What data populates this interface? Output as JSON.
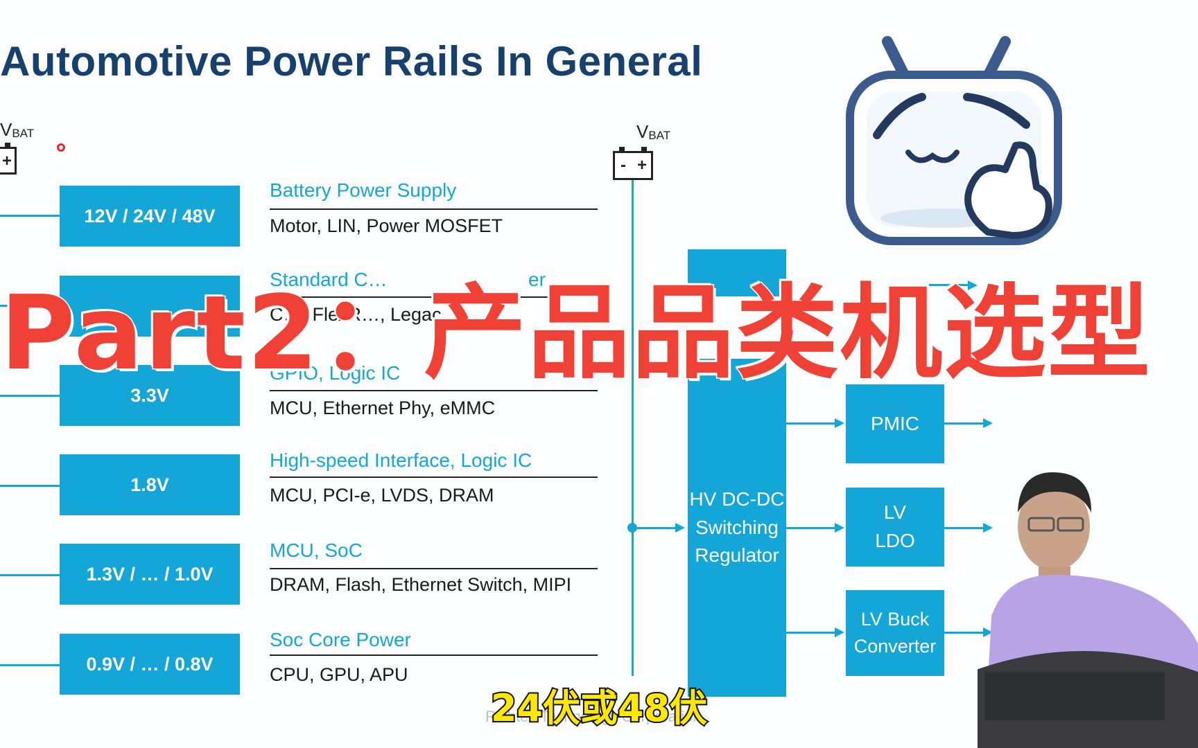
{
  "slide": {
    "title": "Automotive Power Rails In General",
    "vbat_main": "V",
    "vbat_sub": "BAT",
    "rails": [
      {
        "box": "12V / 24V / 48V",
        "heading": "Battery Power Supply",
        "desc": "Motor, LIN, Power MOSFET"
      },
      {
        "box": "",
        "heading": "Standard C…",
        "desc": "C…, FlexR…, Legac…"
      },
      {
        "box": "3.3V",
        "heading": "GPIO, Logic IC",
        "desc": "MCU, Ethernet Phy, eMMC"
      },
      {
        "box": "1.8V",
        "heading": "High-speed Interface, Logic IC",
        "desc": "MCU, PCI-e, LVDS, DRAM"
      },
      {
        "box": "1.3V / … / 1.0V",
        "heading": "MCU, SoC",
        "desc": "DRAM, Flash, Ethernet Switch, MIPI"
      },
      {
        "box": "0.9V / … / 0.8V",
        "heading": "Soc Core Power",
        "desc": "CPU, GPU, APU"
      }
    ],
    "diagram": {
      "hv_block": "HV DC-DC Switching Regulator",
      "pmic": "PMIC",
      "lv_ldo": "LV LDO",
      "lv_buck": "LV Buck Converter",
      "partial_er": "er"
    }
  },
  "overlay": {
    "title": "Part2：产品品类机选型",
    "subtitle": "24伏或48伏",
    "footer_ghost": "Richtek Technology Corporation"
  },
  "colors": {
    "accent": "#13a6d6",
    "title": "#17406d",
    "overlay_red": "#ef4136",
    "subtitle_yellow": "#ffe800"
  },
  "icons": [
    "battery-icon",
    "mascot-icon",
    "presenter-video"
  ]
}
